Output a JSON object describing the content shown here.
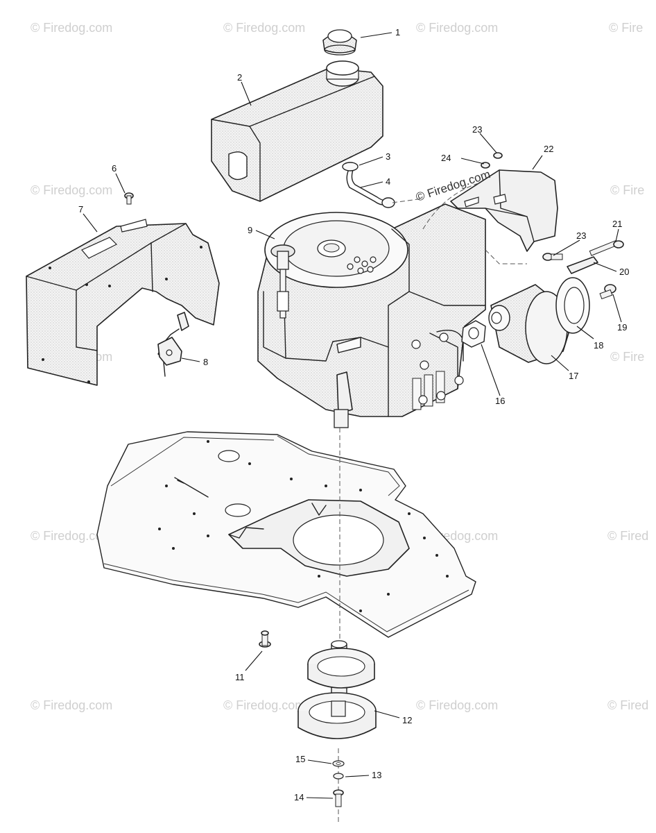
{
  "watermark": {
    "text": "© Firedog.com",
    "fragment_short": "© Fired",
    "fragment_tiny": "© Fire"
  },
  "callouts": {
    "c1": "1",
    "c2": "2",
    "c3": "3",
    "c4": "4",
    "c6": "6",
    "c7": "7",
    "c8": "8",
    "c9": "9",
    "c11": "11",
    "c12": "12",
    "c13": "13",
    "c14": "14",
    "c15": "15",
    "c16": "16",
    "c17": "17",
    "c18": "18",
    "c19": "19",
    "c20": "20",
    "c21": "21",
    "c22": "22",
    "c23": "23",
    "c24": "24"
  },
  "colors": {
    "line": "#222222",
    "part_fill": "#f1f1f1",
    "watermark": "#cfcfcf"
  }
}
